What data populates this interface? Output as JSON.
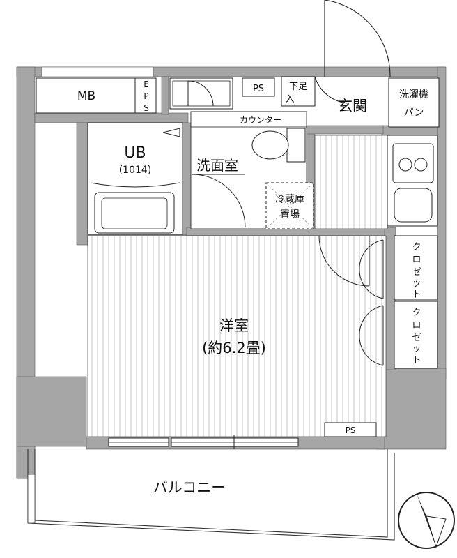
{
  "rooms": {
    "mb": "MB",
    "eps": [
      "E",
      "P",
      "S"
    ],
    "ps_top": "PS",
    "geta": [
      "下足",
      "入"
    ],
    "genkan": "玄関",
    "laundry": [
      "洗濯機",
      "パン"
    ],
    "counter": "カウンター",
    "ub": "UB",
    "ub_size": "(1014)",
    "senmen": "洗面室",
    "fridge": [
      "冷蔵庫",
      "置場"
    ],
    "closet1": [
      "ク",
      "ロ",
      "ゼ",
      "ッ",
      "ト"
    ],
    "closet2": [
      "ク",
      "ロ",
      "ゼ",
      "ッ",
      "ト"
    ],
    "yoshitsu": "洋室",
    "yoshitsu_size": "(約6.2畳)",
    "ps_bottom": "PS",
    "balcony": "バルコニー"
  },
  "colors": {
    "wall": "#a6a6a6",
    "line": "#222222",
    "stripe": "#c4c4c4",
    "fixture": "#e6e6e6"
  },
  "compass": {
    "icon": "north-compass-icon"
  }
}
